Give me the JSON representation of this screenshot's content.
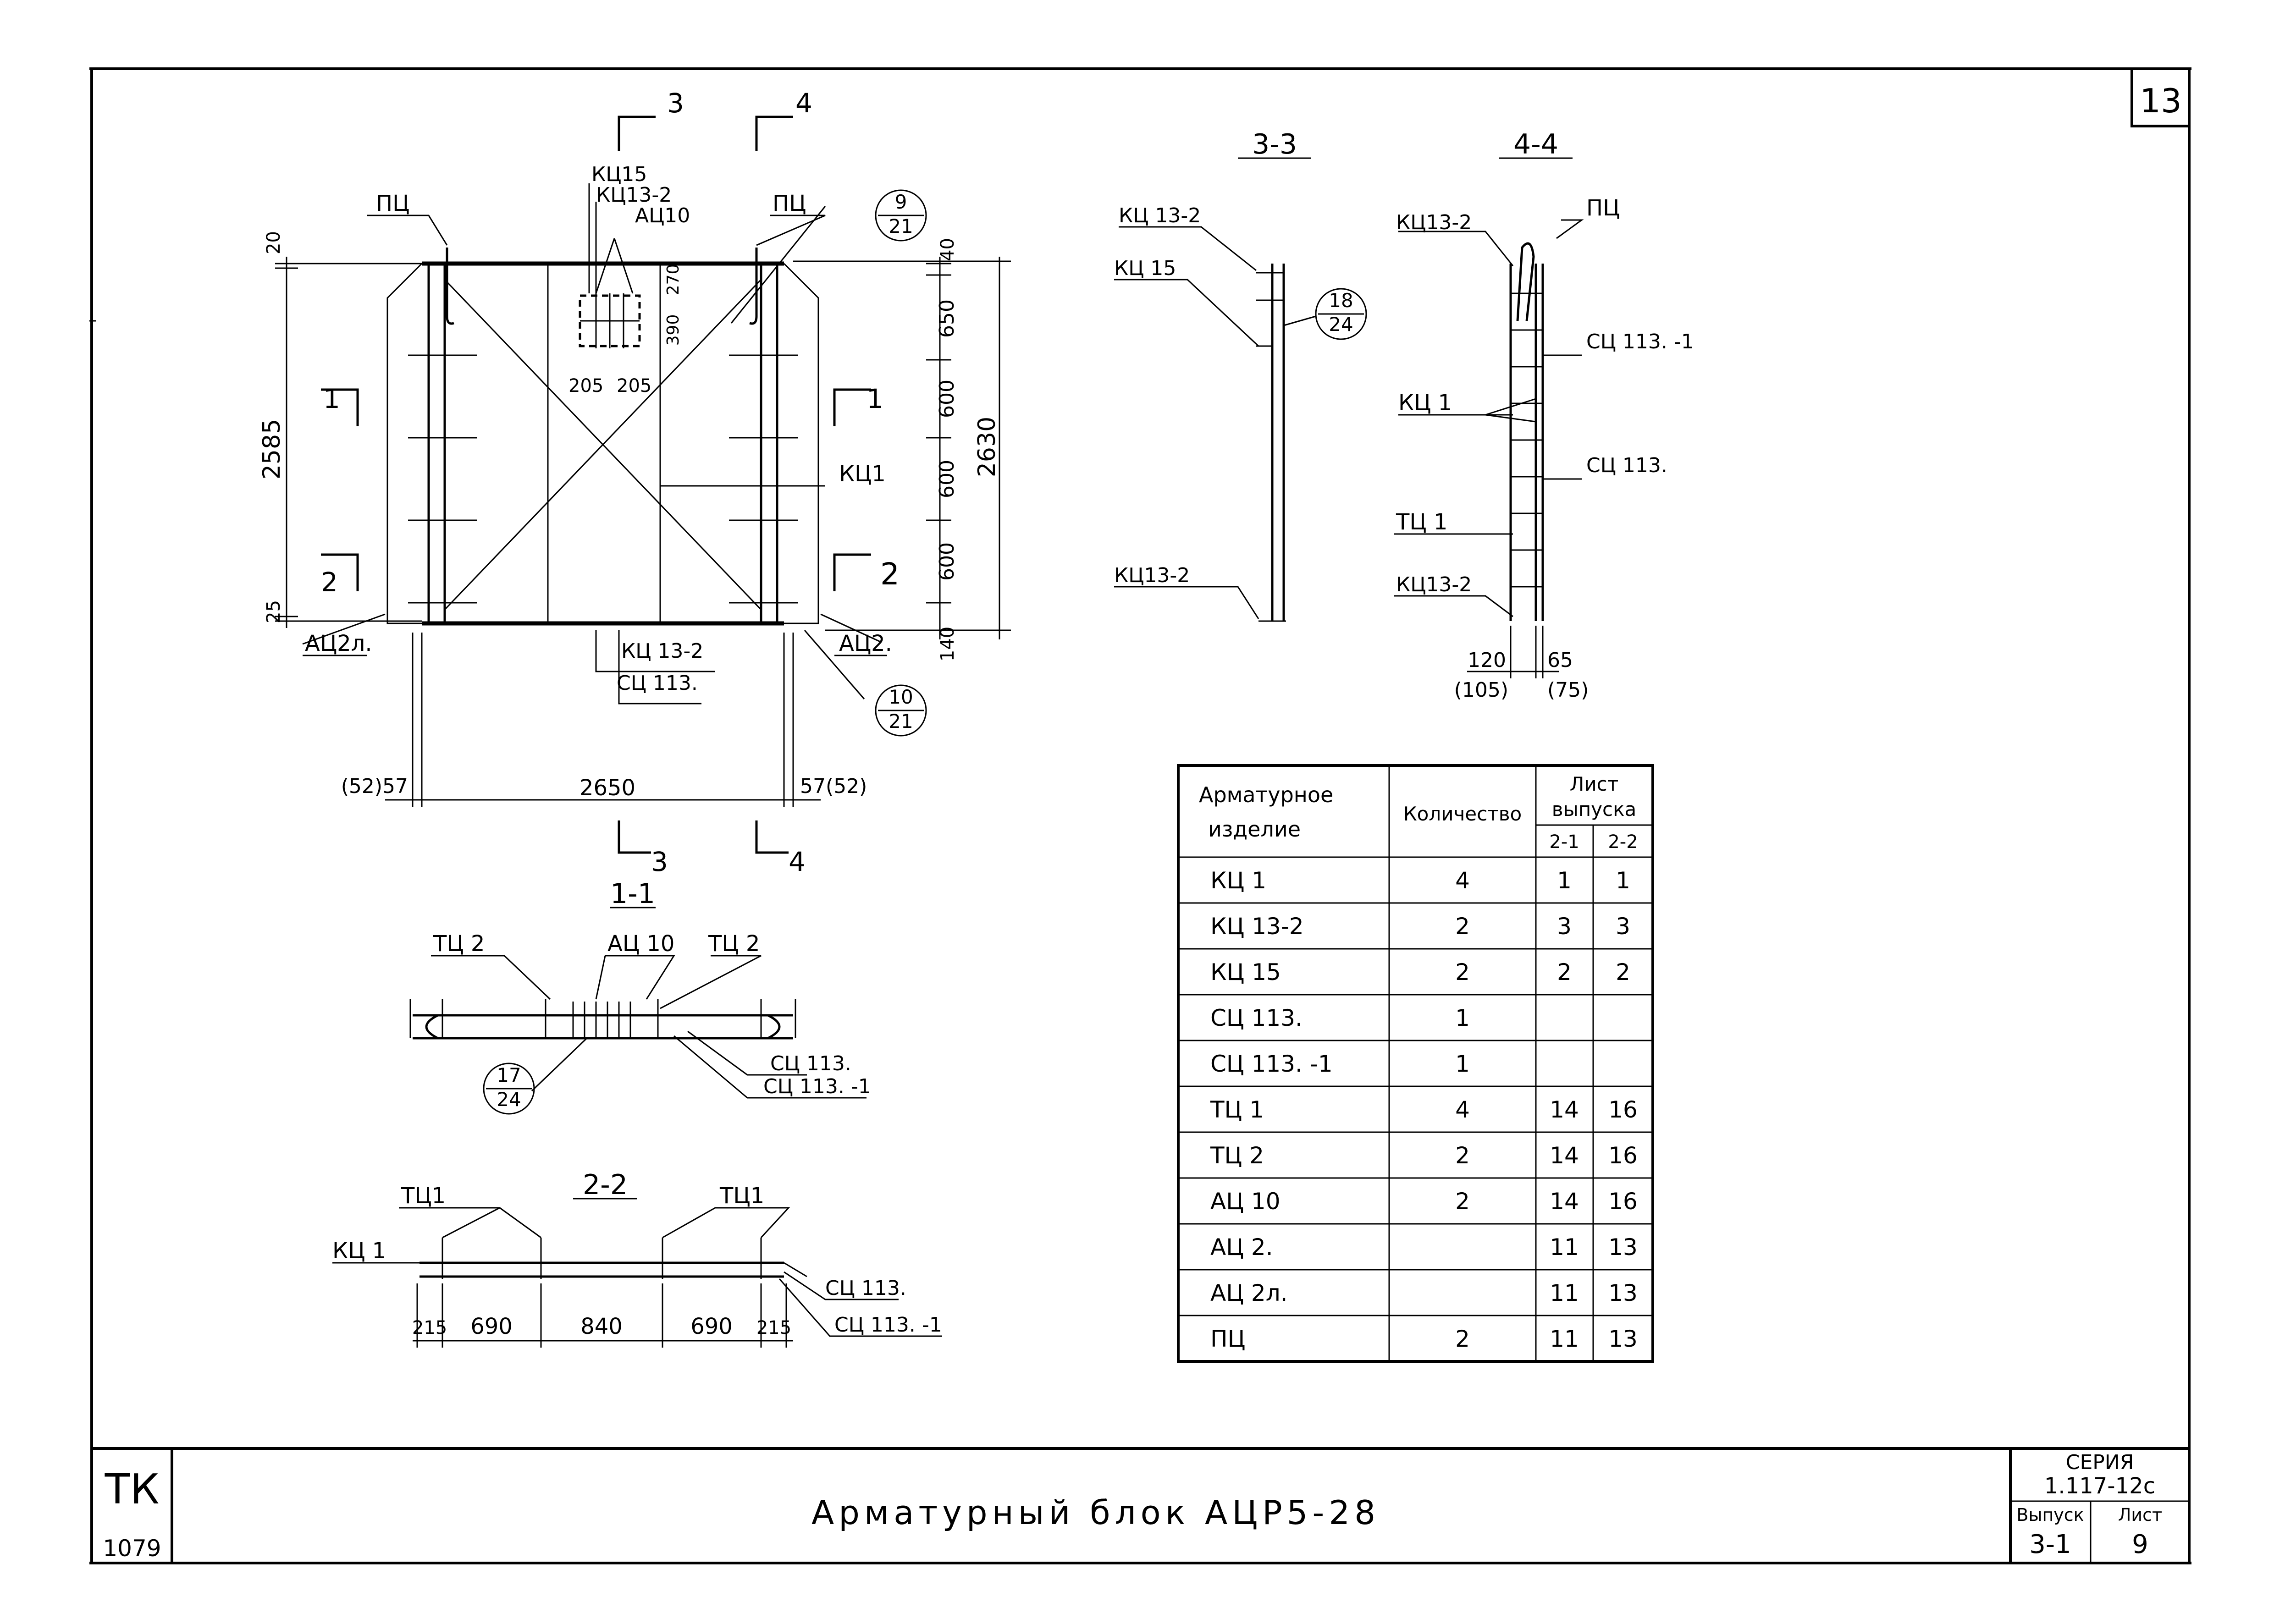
{
  "sheet_number_corner": "13",
  "title_block": {
    "stamp": "ТК",
    "stamp_code": "1079",
    "title": "Арматурный блок АЦР5-28",
    "series_label": "СЕРИЯ",
    "series_value": "1.117-12с",
    "issue_label": "Выпуск",
    "issue_value": "3-1",
    "sheet_label": "Лист",
    "sheet_value": "9"
  },
  "plan_view": {
    "cut_3": "3",
    "cut_4": "4",
    "cut_3b": "3",
    "cut_4b": "4",
    "cut_1_left": "1",
    "cut_1_right": "1",
    "cut_2_left": "2",
    "cut_2_right": "2",
    "lbl_pc_left": "ПЦ",
    "lbl_pc_right": "ПЦ",
    "lbl_kc15": "КЦ15",
    "lbl_kc13_2_top": "КЦ13-2",
    "lbl_ac10": "АЦ10",
    "lbl_kc1": "КЦ1",
    "lbl_kc13_2_bottom": "КЦ 13-2",
    "lbl_sc113": "СЦ 113.",
    "lbl_ac2l": "АЦ2л.",
    "lbl_ac2": "АЦ2.",
    "callout_a_num": "9",
    "callout_a_den": "21",
    "callout_b_num": "10",
    "callout_b_den": "21",
    "dim_20": "20",
    "dim_2585": "2585",
    "dim_25": "25",
    "dim_40": "40",
    "dim_650": "650",
    "dim_600a": "600",
    "dim_600b": "600",
    "dim_600c": "600",
    "dim_140": "140",
    "dim_2630": "2630",
    "dim_390": "390",
    "dim_270": "270",
    "dim_205a": "205",
    "dim_205b": "205",
    "dim_52_57": "(52)57",
    "dim_2650": "2650",
    "dim_57_52": "57(52)"
  },
  "section_3_3": {
    "title": "3-3",
    "lbl_kc13_2_top": "КЦ 13-2",
    "lbl_kc15": "КЦ 15",
    "lbl_kc13_2_bottom": "КЦ13-2",
    "callout_num": "18",
    "callout_den": "24"
  },
  "section_4_4": {
    "title": "4-4",
    "lbl_kc13_2_top": "КЦ13-2",
    "lbl_pc": "ПЦ",
    "lbl_sc113_1": "СЦ 113. -1",
    "lbl_kc1": "КЦ 1",
    "lbl_sc113": "СЦ 113.",
    "lbl_tc1": "ТЦ 1",
    "lbl_kc13_2_bottom": "КЦ13-2",
    "dim_120": "120",
    "dim_105": "(105)",
    "dim_65": "65",
    "dim_75": "(75)"
  },
  "section_1_1": {
    "title": "1-1",
    "lbl_tc2_left": "ТЦ 2",
    "lbl_ac10": "АЦ 10",
    "lbl_tc2_right": "ТЦ 2",
    "lbl_sc113": "СЦ 113.",
    "lbl_sc113_1": "СЦ 113. -1",
    "callout_num": "17",
    "callout_den": "24"
  },
  "section_2_2": {
    "title": "2-2",
    "lbl_tc1_left": "ТЦ1",
    "lbl_tc1_right": "ТЦ1",
    "lbl_kc1": "КЦ 1",
    "lbl_sc113": "СЦ 113.",
    "lbl_sc113_1": "СЦ 113. -1",
    "dims": [
      "215",
      "690",
      "840",
      "690",
      "215"
    ]
  },
  "schedule_table": {
    "header_item_line1": "Арматурное",
    "header_item_line2": "изделие",
    "header_qty": "Количество",
    "header_sheet_line1": "Лист",
    "header_sheet_line2": "выпуска",
    "sub_21": "2-1",
    "sub_22": "2-2",
    "rows": [
      {
        "item": "КЦ 1",
        "qty": "4",
        "s21": "1",
        "s22": "1"
      },
      {
        "item": "КЦ 13-2",
        "qty": "2",
        "s21": "3",
        "s22": "3"
      },
      {
        "item": "КЦ 15",
        "qty": "2",
        "s21": "2",
        "s22": "2"
      },
      {
        "item": "СЦ 113.",
        "qty": "1",
        "s21": "",
        "s22": ""
      },
      {
        "item": "СЦ 113. -1",
        "qty": "1",
        "s21": "",
        "s22": ""
      },
      {
        "item": "ТЦ 1",
        "qty": "4",
        "s21": "14",
        "s22": "16"
      },
      {
        "item": "ТЦ 2",
        "qty": "2",
        "s21": "14",
        "s22": "16"
      },
      {
        "item": "АЦ 10",
        "qty": "2",
        "s21": "14",
        "s22": "16"
      },
      {
        "item": "АЦ 2.",
        "qty": "",
        "s21": "11",
        "s22": "13"
      },
      {
        "item": "АЦ 2л.",
        "qty": "",
        "s21": "11",
        "s22": "13"
      },
      {
        "item": "ПЦ",
        "qty": "2",
        "s21": "11",
        "s22": "13"
      }
    ]
  }
}
